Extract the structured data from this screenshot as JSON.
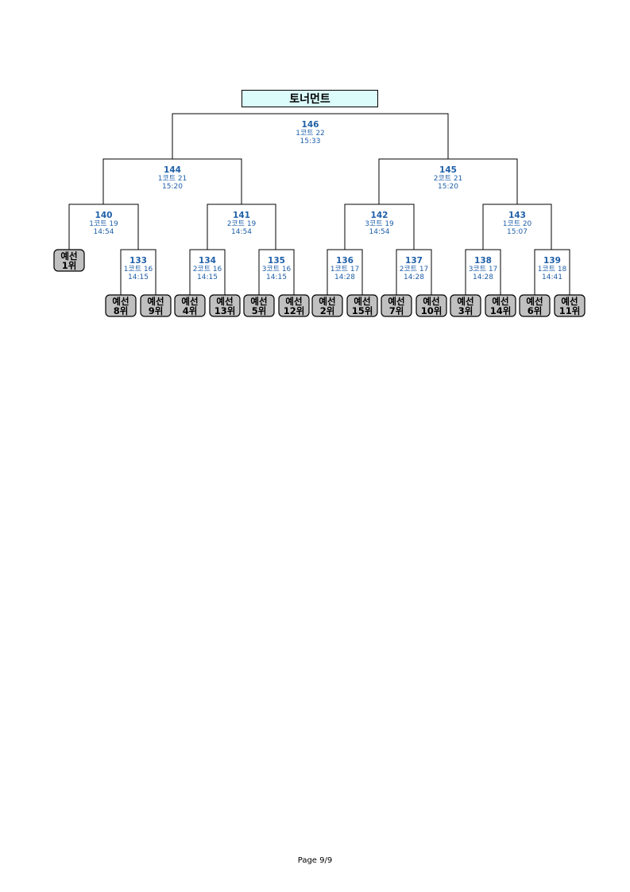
{
  "title": "토너먼트",
  "footer": "Page 9/9",
  "colors": {
    "match_text": "#1f5fa8",
    "seed_fill": "#c0c0c0",
    "title_fill": "#dcfcfc",
    "line": "#000000"
  },
  "matches": [
    {
      "no": "146",
      "court": "1코트 22",
      "time": "15:33"
    },
    {
      "no": "144",
      "court": "1코트 21",
      "time": "15:20"
    },
    {
      "no": "145",
      "court": "2코트 21",
      "time": "15:20"
    },
    {
      "no": "140",
      "court": "1코트 19",
      "time": "14:54"
    },
    {
      "no": "141",
      "court": "2코트 19",
      "time": "14:54"
    },
    {
      "no": "142",
      "court": "3코트 19",
      "time": "14:54"
    },
    {
      "no": "143",
      "court": "1코트 20",
      "time": "15:07"
    },
    {
      "no": "133",
      "court": "1코트 16",
      "time": "14:15"
    },
    {
      "no": "134",
      "court": "2코트 16",
      "time": "14:15"
    },
    {
      "no": "135",
      "court": "3코트 16",
      "time": "14:15"
    },
    {
      "no": "136",
      "court": "1코트 17",
      "time": "14:28"
    },
    {
      "no": "137",
      "court": "2코트 17",
      "time": "14:28"
    },
    {
      "no": "138",
      "court": "3코트 17",
      "time": "14:28"
    },
    {
      "no": "139",
      "court": "1코트 18",
      "time": "14:41"
    }
  ],
  "seeds": [
    {
      "line1": "예선",
      "line2": "1위"
    },
    {
      "line1": "예선",
      "line2": "8위"
    },
    {
      "line1": "예선",
      "line2": "9위"
    },
    {
      "line1": "예선",
      "line2": "4위"
    },
    {
      "line1": "예선",
      "line2": "13위"
    },
    {
      "line1": "예선",
      "line2": "5위"
    },
    {
      "line1": "예선",
      "line2": "12위"
    },
    {
      "line1": "예선",
      "line2": "2위"
    },
    {
      "line1": "예선",
      "line2": "15위"
    },
    {
      "line1": "예선",
      "line2": "7위"
    },
    {
      "line1": "예선",
      "line2": "10위"
    },
    {
      "line1": "예선",
      "line2": "3위"
    },
    {
      "line1": "예선",
      "line2": "14위"
    },
    {
      "line1": "예선",
      "line2": "6위"
    },
    {
      "line1": "예선",
      "line2": "11위"
    }
  ]
}
